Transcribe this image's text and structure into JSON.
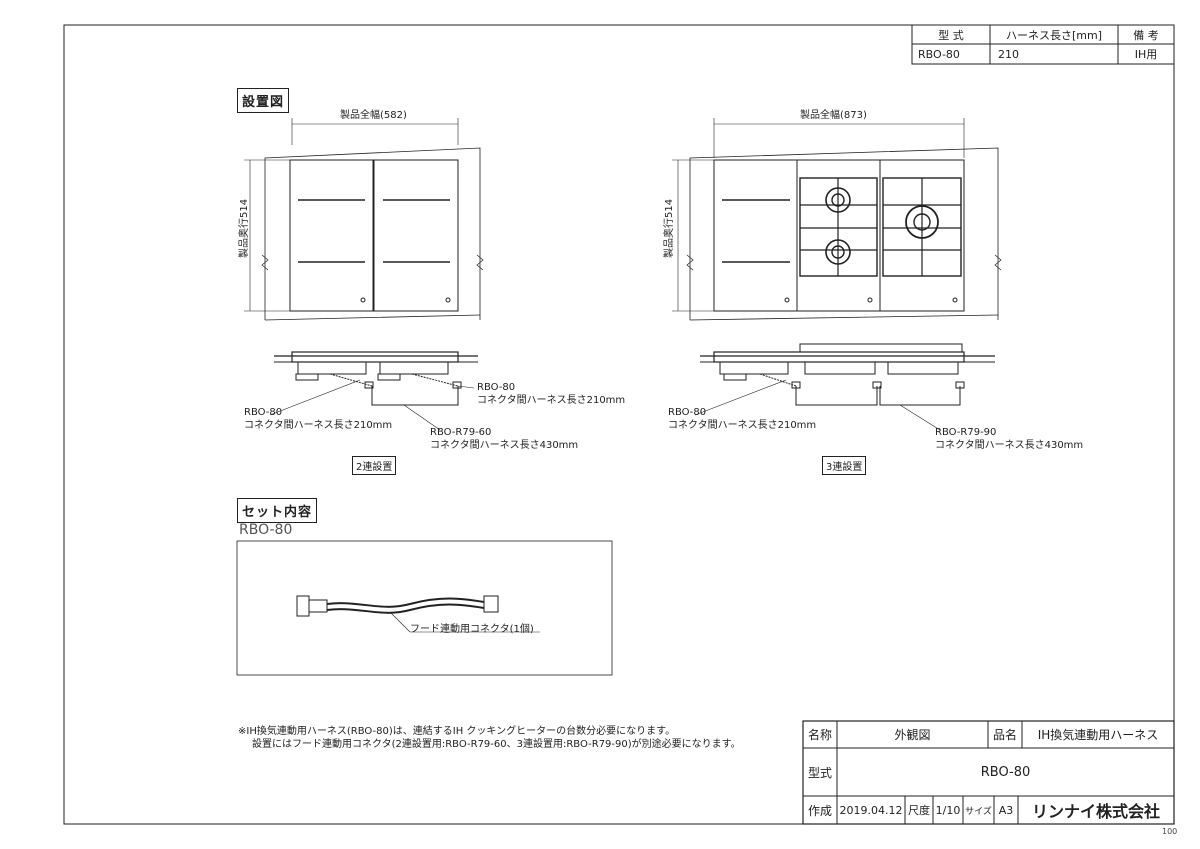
{
  "spec_table": {
    "headers": [
      "型 式",
      "ハーネス長さ[mm]",
      "備 考"
    ],
    "row": [
      "RBO-80",
      "210",
      "IH用"
    ]
  },
  "installation": {
    "title": "設置図",
    "two_unit": {
      "width_label": "製品全幅(582)",
      "depth_label": "製品奥行514",
      "harness_right_model": "RBO-80",
      "harness_right_note": "コネクタ間ハーネス長さ210mm",
      "harness_left_model": "RBO-80",
      "harness_left_note": "コネクタ間ハーネス長さ210mm",
      "connector_model": "RBO-R79-60",
      "connector_note": "コネクタ間ハーネス長さ430mm",
      "caption": "2連設置"
    },
    "three_unit": {
      "width_label": "製品全幅(873)",
      "depth_label": "製品奥行514",
      "harness_left_model": "RBO-80",
      "harness_left_note": "コネクタ間ハーネス長さ210mm",
      "connector_model": "RBO-R79-90",
      "connector_note": "コネクタ間ハーネス長さ430mm",
      "caption": "3連設置"
    }
  },
  "set_contents": {
    "title": "セット内容",
    "model": "RBO-80",
    "part_label": "フード連動用コネクタ(1個)"
  },
  "notes": {
    "line1": "※IH換気連動用ハーネス(RBO-80)は、連結するIH クッキングヒーターの台数分必要になります。",
    "line2": "設置にはフード連動用コネクタ(2連設置用:RBO-R79-60、3連設置用:RBO-R79-90)が別途必要になります。"
  },
  "title_block": {
    "name_label": "名称",
    "name_value": "外観図",
    "product_label": "品名",
    "product_value": "IH換気連動用ハーネス",
    "model_label": "型式",
    "model_value": "RBO-80",
    "created_label": "作成",
    "created_value": "2019.04.12",
    "scale_label": "尺度",
    "scale_value": "1/10",
    "size_label": "サイズ",
    "size_value": "A3",
    "company": "リンナイ株式会社"
  },
  "page_number": "100"
}
